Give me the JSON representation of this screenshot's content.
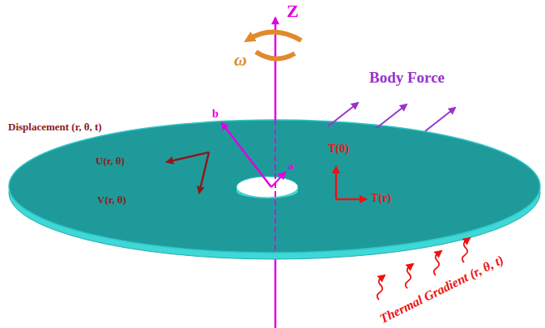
{
  "diagram": {
    "labels": [
      "Z",
      "ω",
      "Body Force",
      "Displacement (r, θ, t)",
      "b",
      "U(r, θ)",
      "a",
      "T(θ)",
      "V(r, θ)",
      "T(r)",
      "Thermal Gradient (r, θ, t)"
    ]
  }
}
